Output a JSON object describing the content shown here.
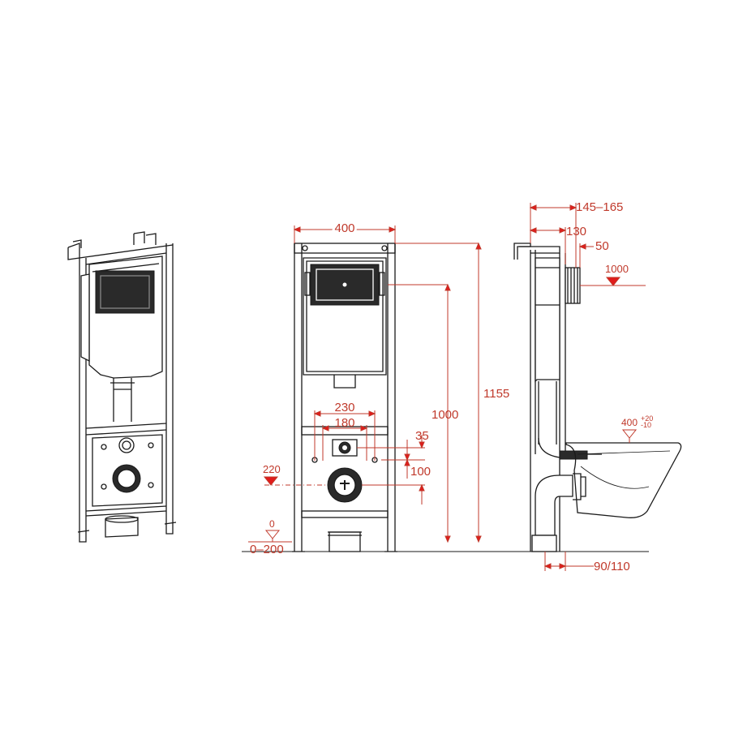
{
  "dimensions": {
    "width_400": "400",
    "height_1155": "1155",
    "height_1000": "1000",
    "spacing_230": "230",
    "spacing_180": "180",
    "offset_35": "35",
    "offset_100": "100",
    "level_220": "220",
    "floor_0": "0",
    "floor_range": "0–200",
    "depth_145_165": "145–165",
    "depth_130": "130",
    "depth_50": "50",
    "level_1000": "1000",
    "bowl_height": "400",
    "bowl_tol_plus": "+20",
    "bowl_tol_minus": "-10",
    "outlet_90_110": "90/110"
  },
  "colors": {
    "dimension": "#c0392b",
    "marker": "#e01b1b",
    "ink": "#1a1a1a"
  }
}
